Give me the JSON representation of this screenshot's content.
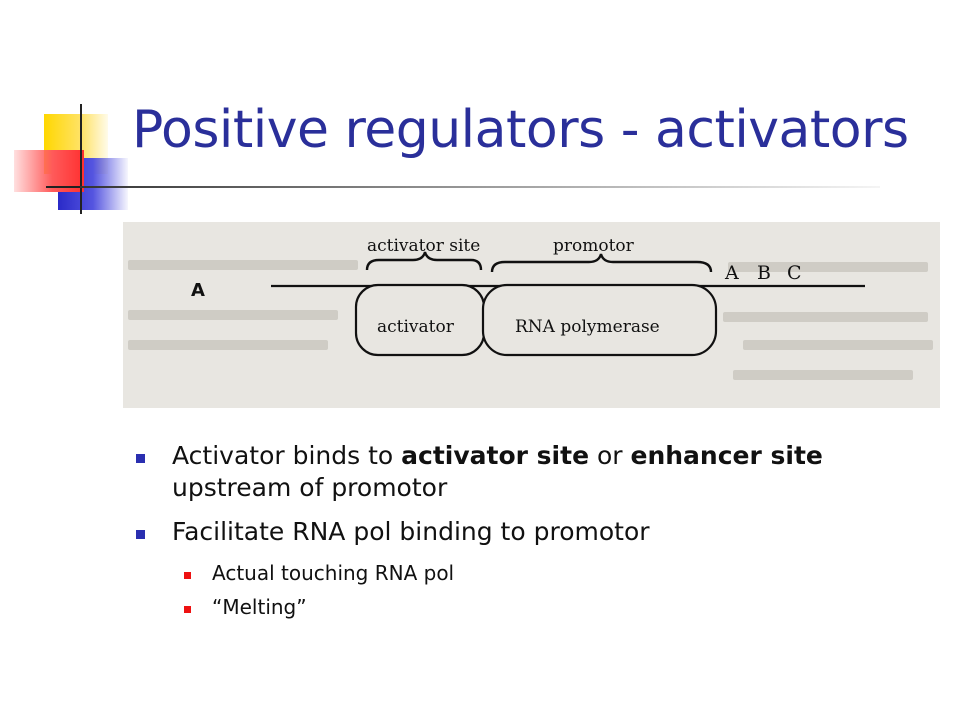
{
  "slide": {
    "title": "Positive regulators - activators"
  },
  "figure": {
    "panel_label": "A",
    "brace_activator_site": "activator site",
    "brace_promotor": "promotor",
    "genes": [
      "A",
      "B",
      "C"
    ],
    "box_activator": "activator",
    "box_rna_polymerase": "RNA polymerase"
  },
  "bullets": [
    {
      "parts": [
        "Activator binds to ",
        "activator site",
        " or ",
        "enhancer site",
        " upstream of promotor"
      ]
    },
    {
      "text": "Facilitate RNA pol binding to promotor",
      "sub": [
        "Actual touching RNA pol",
        "“Melting”"
      ]
    }
  ],
  "colors": {
    "title": "#2a2f9a",
    "level1_bullet": "#2a2fb0",
    "level2_bullet": "#ee1111",
    "figure_bg": "#e8e6e1"
  }
}
